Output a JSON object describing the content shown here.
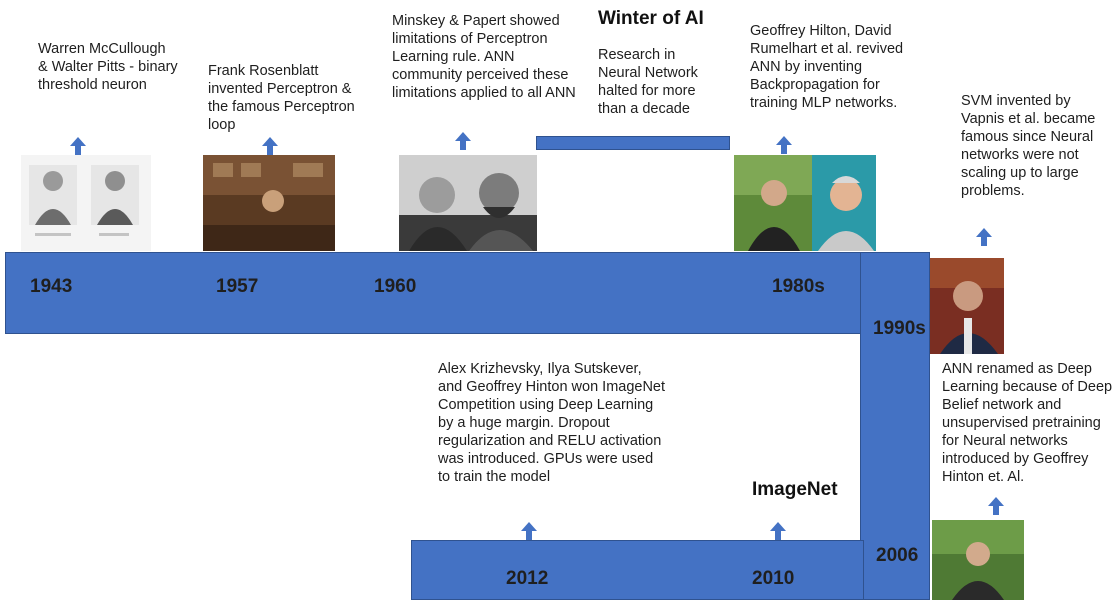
{
  "colors": {
    "bar": "#4472c4",
    "bar_border": "#2f528f",
    "arrow": "#4472c4"
  },
  "years": {
    "y1943": "1943",
    "y1957": "1957",
    "y1960": "1960",
    "y1980s": "1980s",
    "y1990s": "1990s",
    "y2006": "2006",
    "y2010": "2010",
    "y2012": "2012"
  },
  "notes": {
    "mcculloch": "Warren McCullough & Walter Pitts - binary threshold neuron",
    "rosenblatt": "Frank Rosenblatt invented Perceptron & the famous Perceptron loop",
    "minsky": "Minskey & Papert showed limitations of Perceptron Learning rule. ANN community perceived these limitations applied to all ANN",
    "winter_title": "Winter of AI",
    "winter_body": "Research in Neural Network halted for more than a decade",
    "hinton_1980s": "Geoffrey Hilton, David Rumelhart et al. revived ANN by inventing Backpropagation for training MLP networks.",
    "svm": "SVM invented by Vapnis et al. became famous since Neural networks were not scaling up to large problems.",
    "deep_learning": "ANN renamed as Deep Learning because of Deep Belief network and unsupervised pretraining for Neural networks introduced by Geoffrey Hinton et. Al.",
    "imagenet_title": "ImageNet",
    "alexnet": "Alex Krizhevsky, Ilya Sutskever, and Geoffrey Hinton won ImageNet Competition using Deep Learning by a huge margin. Dropout regularization and RELU activation was introduced. GPUs were used to train the model"
  },
  "icons": [
    "up-arrow-icon"
  ]
}
